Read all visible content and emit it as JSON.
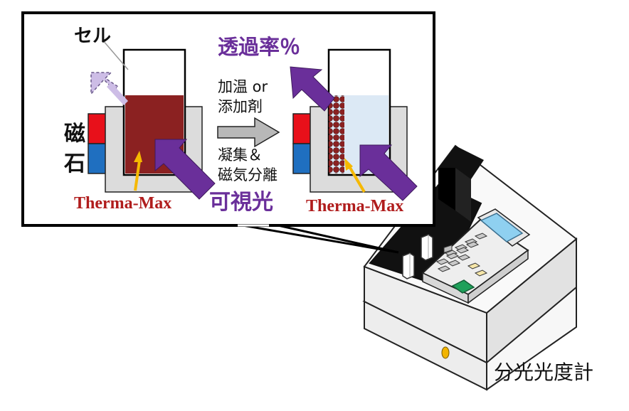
{
  "labels": {
    "cell": "セル",
    "magnet": [
      "磁",
      "石"
    ],
    "transmittance": "透過率％",
    "process": [
      "加温 or",
      "添加剤"
    ],
    "aggregation": [
      "凝集＆",
      "磁気分離"
    ],
    "visible_light": "可視光",
    "therma_max_left": "Therma-Max",
    "therma_max_right": "Therma-Max",
    "spectrophotometer": "分光光度計"
  },
  "colors": {
    "dark_red_liquid": "#8b2121",
    "light_blue_liquid": "#dce9f5",
    "magnet_red": "#e8101a",
    "magnet_blue": "#1f6fc0",
    "purple_arrow": "#6a2f9a",
    "lavender_arrow": "#cdbde6",
    "orange_arrow": "#f5b800",
    "holder_gray": "#dcdcdc",
    "process_arrow_gray": "#b8b8b8",
    "red_label": "#b01c1c"
  }
}
